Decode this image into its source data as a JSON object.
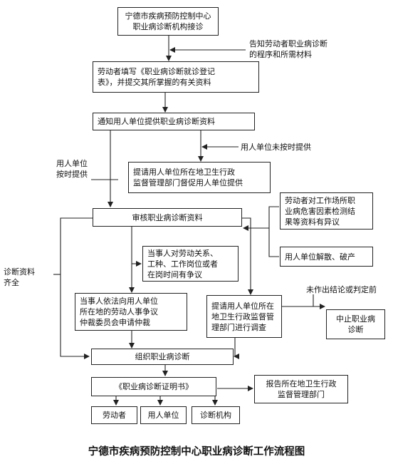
{
  "title": "宁德市疾病预防控制中心职业病诊断工作流程图",
  "nodes": {
    "n1": "宁德市疾病预防控制中心\n职业病诊断机构接诊",
    "n2": "劳动者填写《职业病诊断就诊登记\n表》，并提交其所掌握的有关资料",
    "n3": "通知用人单位提供职业病诊断资料",
    "n4": "提请用人单位所在地卫生行政\n监督管理部门督促用人单位提供",
    "n5": "审核职业病诊断资料",
    "n6": "劳动者对工作场所职\n业病危害因素检测结\n果等资料有异议",
    "n7": "用人单位解散、破产",
    "n8": "当事人对劳动关系、\n工种、工作岗位或者\n在岗时间有争议",
    "n9": "当事人依法向用人单位\n所在地的劳动人事争议\n仲裁委员会申请仲裁",
    "n10": "提请用人单位所在\n地卫生行政监督管\n理部门进行调查",
    "n11": "中止职业病\n诊断",
    "n12": "组织职业病诊断",
    "n13": "《职业病诊断证明书》",
    "n14": "报告所在地卫生行政\n监督管理部门",
    "n15": "劳动者",
    "n16": "用人单位",
    "n17": "诊断机构"
  },
  "labels": {
    "l1": "告知劳动者职业病诊断\n的程序和所需材料",
    "l2": "用人单位未按时提供",
    "l3": "用人单位\n按时提供",
    "l4": "诊断资料\n齐全",
    "l5": "未作出结论或判定前"
  }
}
